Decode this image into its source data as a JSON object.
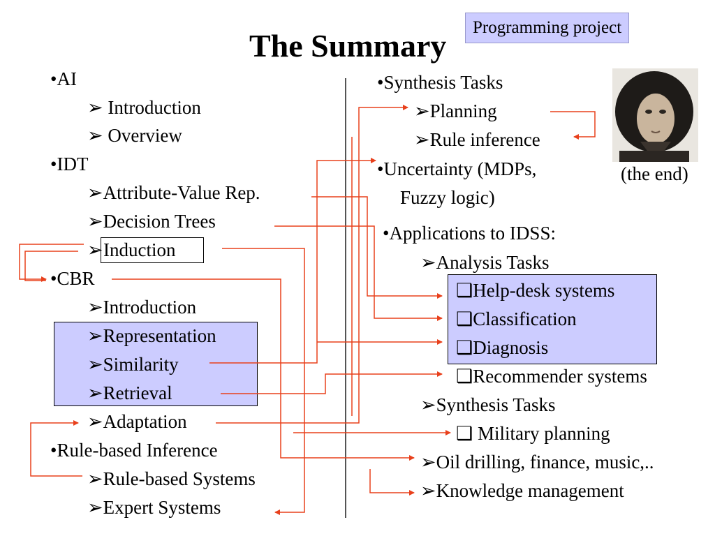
{
  "title": "The Summary",
  "badge": "Programming project",
  "photo_caption": "(the end)",
  "colors": {
    "accent_box": "#ccccff",
    "arrow": "#e8401c",
    "divider": "#555555"
  },
  "left": {
    "ai": "•AI",
    "ai_intro": "➢ Introduction",
    "ai_overview": "➢ Overview",
    "idt": "•IDT",
    "idt_avr": "➢Attribute-Value Rep.",
    "idt_trees": "➢Decision Trees",
    "idt_arrow": "➢",
    "idt_induction": "Induction",
    "cbr": "•CBR",
    "cbr_intro": "➢Introduction",
    "cbr_repr": "➢Representation",
    "cbr_sim": "➢Similarity",
    "cbr_retr": "➢Retrieval",
    "cbr_adapt": "➢Adaptation",
    "rbi": "•Rule-based Inference",
    "rbi_systems": "➢Rule-based Systems",
    "rbi_expert": "➢Expert Systems"
  },
  "right": {
    "synthesis": "•Synthesis Tasks",
    "planning": "➢Planning",
    "rule_inference": "➢Rule inference",
    "uncertainty_1": "•Uncertainty (MDPs,",
    "uncertainty_2": "Fuzzy logic)",
    "applications": "•Applications to IDSS:",
    "analysis": "➢Analysis Tasks",
    "helpdesk": "❑Help-desk systems",
    "classification": "❑Classification",
    "diagnosis": "❑Diagnosis",
    "recommender": "❑Recommender systems",
    "synthesis2": "➢Synthesis Tasks",
    "military": "❑ Military planning",
    "oil": "➢Oil drilling, finance, music,..",
    "knowledge": "➢Knowledge management"
  }
}
